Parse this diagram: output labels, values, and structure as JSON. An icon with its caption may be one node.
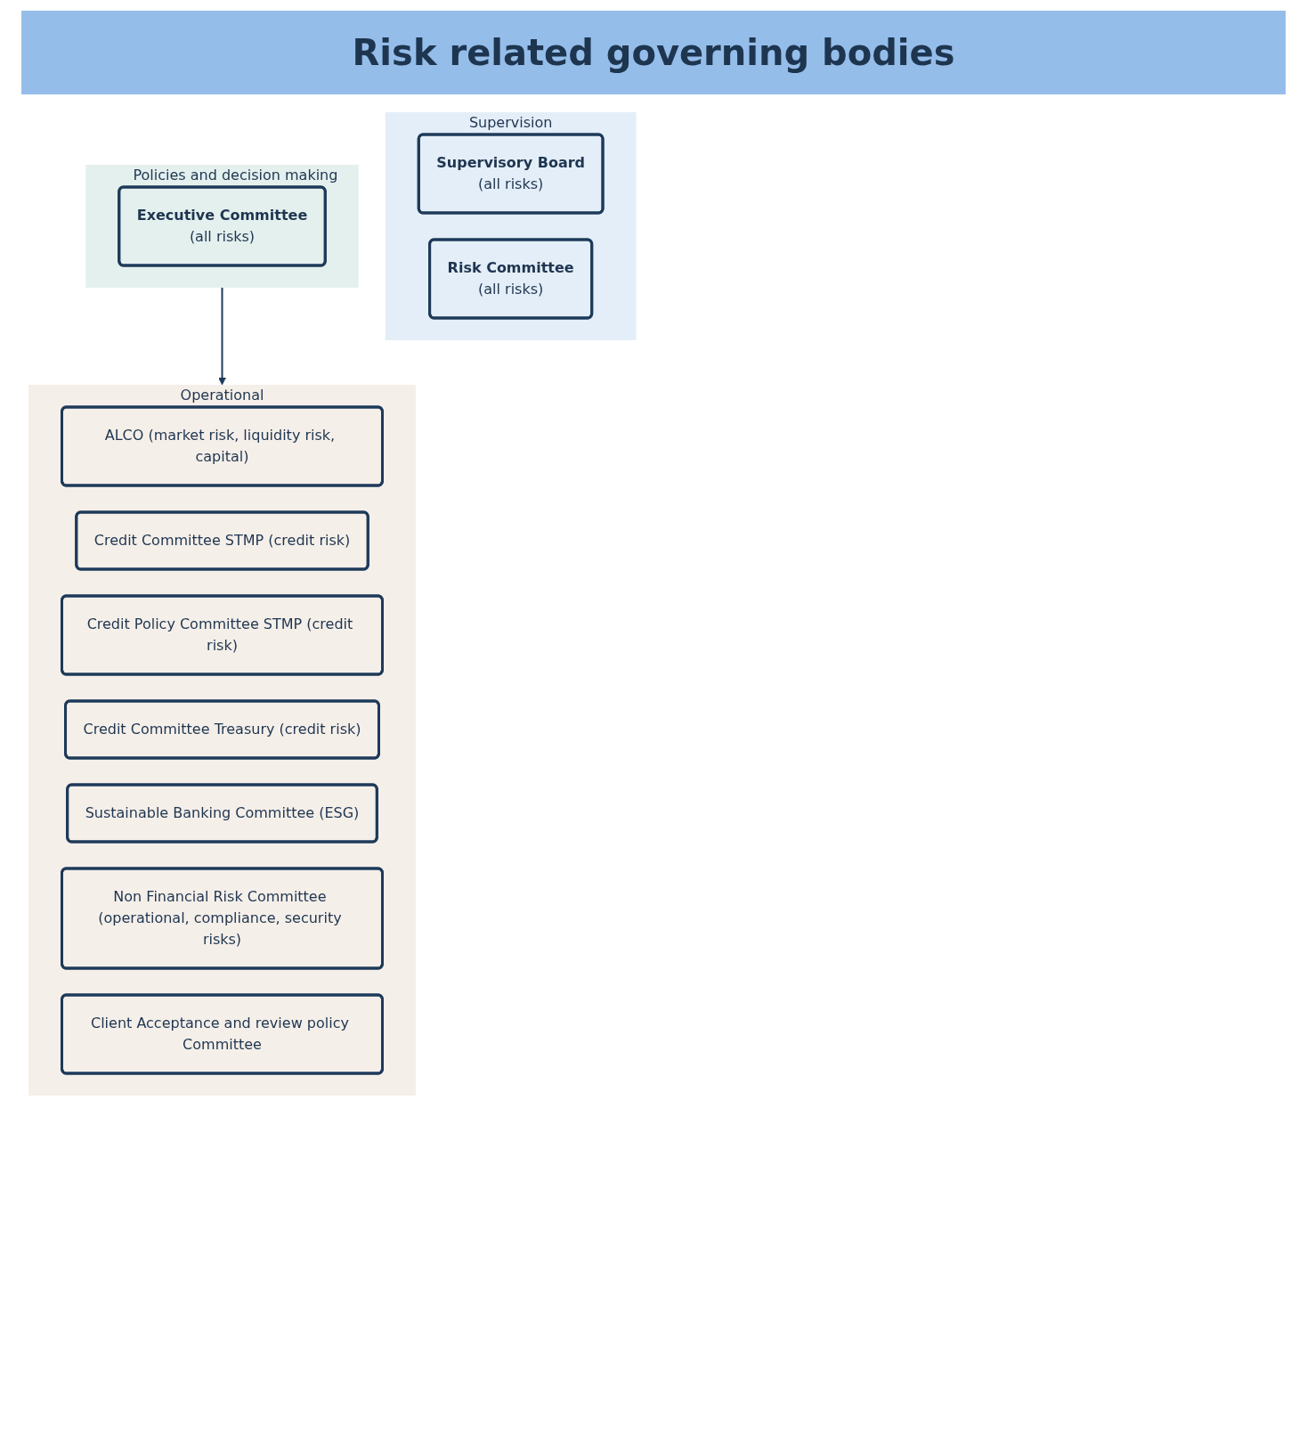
{
  "diagram": {
    "title": "Risk related governing bodies",
    "nodes": [
      {
        "text": [
          "Supervision"
        ]
      },
      {
        "text": [
          "Supervisory Board",
          "(all risks)"
        ],
        "in": 0
      },
      {
        "text": [
          "Risk Committee",
          "(all risks)"
        ],
        "in": 0
      },
      {
        "text": [
          "Policies and decision making"
        ]
      },
      {
        "text": [
          "Executive Committee",
          "(all risks)"
        ],
        "in": 3
      },
      {
        "text": [
          "Operational"
        ]
      },
      {
        "text": [
          "ALCO (market risk, liquidity risk, capital)"
        ],
        "in": 5
      },
      {
        "text": [
          "Credit Committee STMP (credit risk)"
        ],
        "in": 5
      },
      {
        "text": [
          "Credit Policy Committee STMP (credit risk)"
        ],
        "in": 5
      },
      {
        "text": [
          "Credit Committee Treasury (credit risk)"
        ],
        "in": 5
      },
      {
        "text": [
          "Sustainable Banking Committee (ESG)"
        ],
        "in": 5
      },
      {
        "text": [
          "Non Financial Risk Committee (operational, compliance, security risks)"
        ],
        "in": 5
      },
      {
        "text": [
          "Client Acceptance and review policy Committee"
        ],
        "in": 5
      }
    ],
    "edges": [
      {
        "from": 3,
        "to": 5,
        "arrow": "to"
      }
    ]
  }
}
